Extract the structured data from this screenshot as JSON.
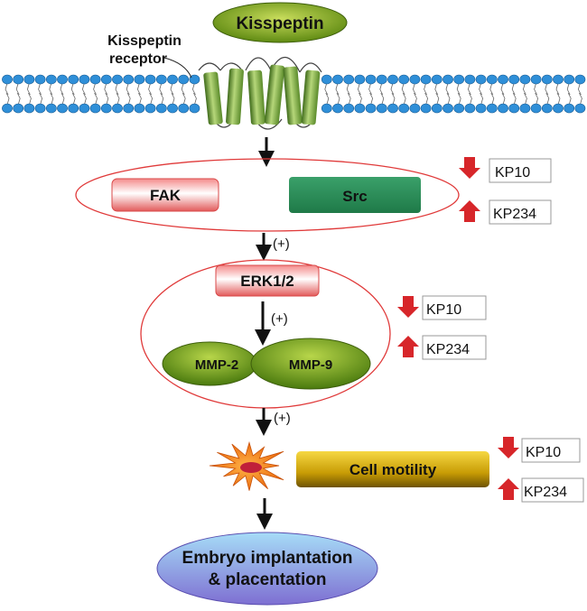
{
  "ligand": {
    "label": "Kisspeptin"
  },
  "receptor": {
    "label_line1": "Kisspeptin",
    "label_line2": "receptor"
  },
  "complex1": {
    "fak": "FAK",
    "src": "Src"
  },
  "complex2": {
    "erk": "ERK1/2",
    "mmp2": "MMP-2",
    "mmp9": "MMP-9"
  },
  "signs": {
    "plus1": "(+)",
    "plus2": "(+)",
    "plus3": "(+)"
  },
  "motility": {
    "label": "Cell motility"
  },
  "outcome": {
    "line1": "Embryo implantation",
    "line2": "& placentation"
  },
  "legend1": {
    "down": "KP10",
    "up": "KP234"
  },
  "legend2": {
    "down": "KP10",
    "up": "KP234"
  },
  "legend3": {
    "down": "KP10",
    "up": "KP234"
  },
  "colors": {
    "accent_red": "#d7262a",
    "ellipse_outline": "#e03a3a",
    "src_green": "#2e8b57",
    "mmp_green": "#6c9a1e",
    "membrane_blue": "#2f8fd8",
    "receptor_green": "#7fae44",
    "motility_gold": "#c59b05",
    "burst_orange": "#f07d1a",
    "outcome_blue": "#8f86d8"
  }
}
